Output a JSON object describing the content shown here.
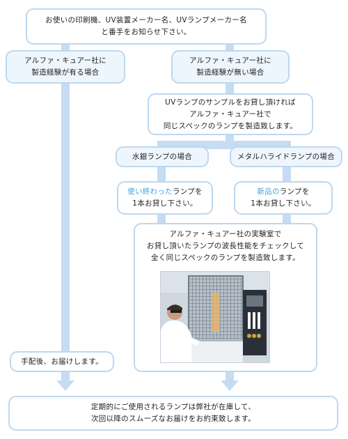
{
  "colors": {
    "box_border": "#bcd8f0",
    "connector": "#c5dcf2",
    "highlight": "#3aa3dc",
    "box_fill_blue": "#eef6fd"
  },
  "box1": {
    "line1": "お使いの印刷機、UV装置メーカー名、UVランプメーカー名",
    "line2": "と番手をお知らせ下さい。"
  },
  "left_case": {
    "line1": "アルファ・キュアー社に",
    "line2": "製造経験が有る場合"
  },
  "right_case": {
    "line1": "アルファ・キュアー社に",
    "line2": "製造経験が無い場合"
  },
  "sample": {
    "line1": "UVランプのサンプルをお貸し頂ければ",
    "line2": "アルファ・キュアー社で",
    "line3": "同じスペックのランプを製造致します。"
  },
  "mercury": {
    "label": "水銀ランプの場合"
  },
  "metal_halide": {
    "label": "メタルハライドランプの場合"
  },
  "used_lamp": {
    "hl": "使い終わった",
    "rest": "ランプを",
    "line2": "1本お貸し下さい。"
  },
  "new_lamp": {
    "hl": "新品の",
    "rest": "ランプを",
    "line2": "1本お貸し下さい。"
  },
  "lab": {
    "line1": "アルファ・キュアー社の実験室で",
    "line2": "お貸し頂いたランプの波長性能をチェックして",
    "line3": "全く同じスペックのランプを製造致します。"
  },
  "deliver": {
    "label": "手配後、お届けします。"
  },
  "final": {
    "line1": "定期的にご使用されるランプは弊社が在庫して、",
    "line2": "次回以降のスムーズなお届けをお約束致します。"
  }
}
